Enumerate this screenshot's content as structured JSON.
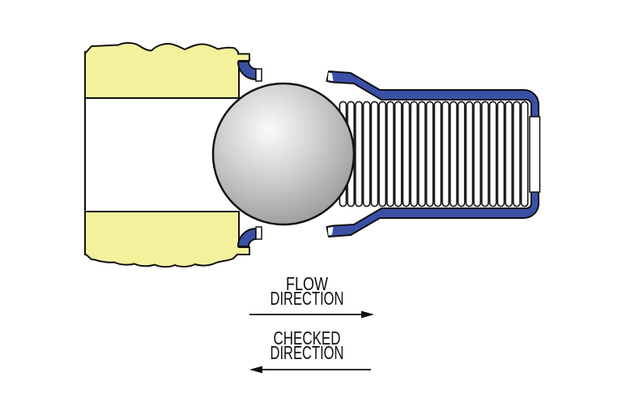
{
  "diagram": {
    "type": "ball-check-valve-cross-section",
    "flow_label": {
      "line1": "FLOW",
      "line2": "DIRECTION"
    },
    "checked_label": {
      "line1": "CHECKED",
      "line2": "DIRECTION"
    },
    "colors": {
      "background": "#ffffff",
      "body": "#f4f19d",
      "seal": "#3a50a7",
      "outline": "#111111",
      "ball_highlight": "#fbfbfb",
      "ball_mid": "#cdcdcd",
      "ball_shadow": "#8e8e8e",
      "spring_fill": "#ffffff",
      "text": "#111111"
    }
  }
}
